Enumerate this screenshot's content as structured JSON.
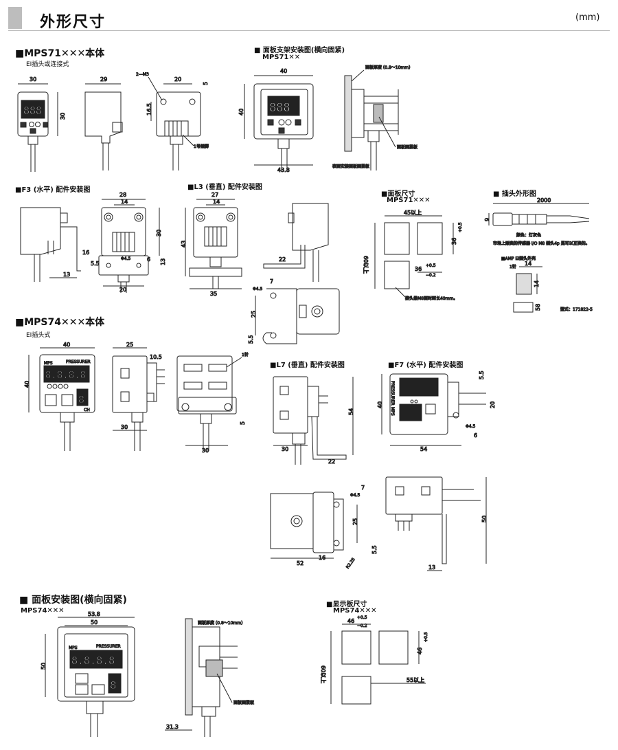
{
  "page": {
    "title": "外形尺寸",
    "unit": "(mm)"
  },
  "headings": {
    "mps71_body": "■MPS71✕✕✕本体",
    "mps71_body_sub": "EI插头或连接式",
    "panel_mount_71": "■ 面板支架安装图(横向固紧)",
    "panel_mount_71_sub": "MPS71✕✕",
    "f3": "■F3 (水平) 配件安装图",
    "l3": "■L3 (垂直) 配件安装图",
    "panel_size_71": "■面板尺寸",
    "panel_size_71_sub": "MPS71✕✕✕",
    "plug": "■ 插头外形图",
    "mps74_body": "■MPS74✕✕✕本体",
    "mps74_body_sub": "EI插头式",
    "l7": "■L7 (垂直) 配件安装图",
    "f7": "■F7 (水平) 配件安装图",
    "panel_mount_74": "■ 面板安装图(横向固紧)",
    "panel_mount_74_sub": "MPS74✕✕✕",
    "display_size_74": "■显示板尺寸",
    "display_size_74_sub": "MPS74✕✕✕"
  },
  "notes": {
    "m3": "2—M3",
    "pin1": "1号插脚",
    "pin1_short": "1针",
    "panel_thickness": "面板厚度 (0.8～10mm)",
    "panel_bracket": "面板固紧板",
    "surface_bracket": "表面安装面板固紧板",
    "plug_color": "颜色：灯灰色",
    "plug_note": "市场上贩卖的传感器 I/O M8 插头4p 是可以互换的。",
    "amp": "■AMP  EI插头外壳",
    "model": "型式：171822-5",
    "cable_gap": "接头最M8面时距长40mm。",
    "mps_label": "MPS",
    "pressurer": "PRESSURER",
    "ch": "CH",
    "phi45": "Φ4.5",
    "r225": "R2.25"
  },
  "dims": {
    "d30": "30",
    "d29": "29",
    "d20": "20",
    "d5": "5",
    "d165": "16.5",
    "d40": "40",
    "d438": "43.8",
    "d28": "28",
    "d14": "14",
    "d16": "16",
    "d13": "13",
    "d55": "5.5",
    "d6": "6",
    "d27": "27",
    "d43": "43",
    "d22": "22",
    "d35": "35",
    "d7": "7",
    "d25": "25",
    "d2000": "2000",
    "d9": "9",
    "d58": "58",
    "d45up": "45以上",
    "d60up": "60以上",
    "d36": "36",
    "tol_a": "+0.5",
    "tol_b": "−0.2",
    "d105": "10.5",
    "d54": "54",
    "d52": "52",
    "d50": "50",
    "d538": "53.8",
    "d313": "31.3",
    "d46": "46",
    "d55up": "55以上"
  },
  "displays": {
    "seg3": "888",
    "seg4": "8.8.8.8",
    "seg1": "8",
    "keys": "①②"
  }
}
